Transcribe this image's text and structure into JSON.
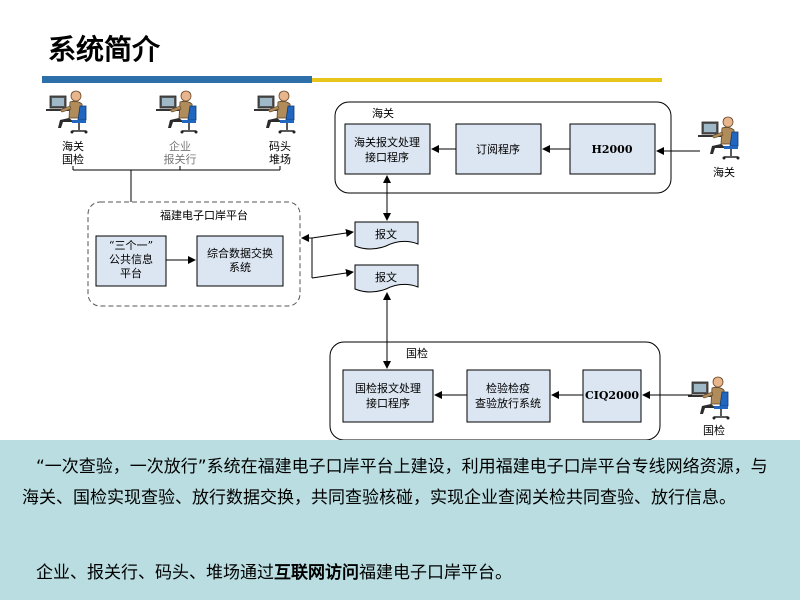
{
  "slide": {
    "title": "系统简介"
  },
  "people": {
    "top_left": {
      "label1": "海关",
      "label2": "国检"
    },
    "top_middle": {
      "label1": "企业",
      "label2": "报关行"
    },
    "top_right": {
      "label1": "码头",
      "label2": "堆场"
    },
    "customs": {
      "label": "海关"
    },
    "ciq": {
      "label": "国检"
    }
  },
  "groups": {
    "customs": "海关",
    "platform": "福建电子口岸平台",
    "ciq": "国检"
  },
  "boxes": {
    "customs_interface": [
      "海关报文处理",
      "接口程序"
    ],
    "subscribe": "订阅程序",
    "h2000": "H2000",
    "public_info": [
      "“三个一”",
      "公共信息",
      "平台"
    ],
    "data_exchange": [
      "综合数据交换",
      "系统"
    ],
    "message_top": "报文",
    "message_bottom": "报文",
    "ciq_interface": [
      "国检报文处理",
      "接口程序"
    ],
    "inspection": [
      "检验检疫",
      "查验放行系统"
    ],
    "ciq2000": "CIQ2000"
  },
  "caption": {
    "para1": "“一次查验，一次放行”系统在福建电子口岸平台上建设，利用福建电子口岸平台专线网络资源，与海关、国检实现查验、放行数据交换，共同查验核碰，实现企业查阅关检共同查验、放行信息。",
    "para2_prefix": "企业、报关行、码头、堆场通过",
    "para2_bold": "互联网访问",
    "para2_suffix": "福建电子口岸平台。"
  },
  "colors": {
    "title_bar_blue": "#2d6fa9",
    "title_bar_yellow": "#e8c51b",
    "caption_bg": "#b9dde0",
    "box_fill": "#dce6f2"
  }
}
